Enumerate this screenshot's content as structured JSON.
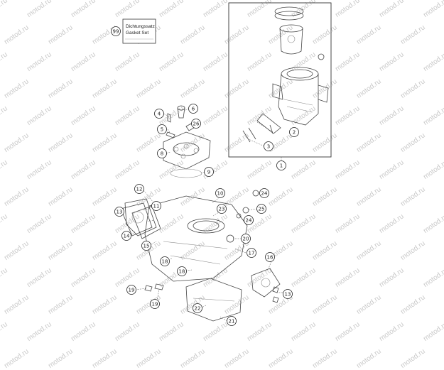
{
  "watermark_text": "motod.ru",
  "gasket_kit": {
    "callout": "99",
    "line1": "Dichtungssatz",
    "line2": "Gasket Set"
  },
  "callouts": [
    {
      "id": "1",
      "label": "1"
    },
    {
      "id": "2",
      "label": "2"
    },
    {
      "id": "3",
      "label": "3"
    },
    {
      "id": "4",
      "label": "4"
    },
    {
      "id": "5",
      "label": "5"
    },
    {
      "id": "6",
      "label": "6"
    },
    {
      "id": "8",
      "label": "8"
    },
    {
      "id": "9",
      "label": "9"
    },
    {
      "id": "10",
      "label": "10"
    },
    {
      "id": "11",
      "label": "11"
    },
    {
      "id": "12",
      "label": "12"
    },
    {
      "id": "13a",
      "label": "13"
    },
    {
      "id": "13b",
      "label": "13"
    },
    {
      "id": "14",
      "label": "14"
    },
    {
      "id": "15",
      "label": "15"
    },
    {
      "id": "16",
      "label": "16"
    },
    {
      "id": "17",
      "label": "17"
    },
    {
      "id": "18a",
      "label": "18"
    },
    {
      "id": "18b",
      "label": "18"
    },
    {
      "id": "19a",
      "label": "19"
    },
    {
      "id": "19b",
      "label": "19"
    },
    {
      "id": "20",
      "label": "20"
    },
    {
      "id": "21",
      "label": "21"
    },
    {
      "id": "22",
      "label": "22"
    },
    {
      "id": "23",
      "label": "23"
    },
    {
      "id": "24a",
      "label": "24"
    },
    {
      "id": "24b",
      "label": "24"
    },
    {
      "id": "25",
      "label": "25"
    },
    {
      "id": "26",
      "label": "26"
    }
  ]
}
